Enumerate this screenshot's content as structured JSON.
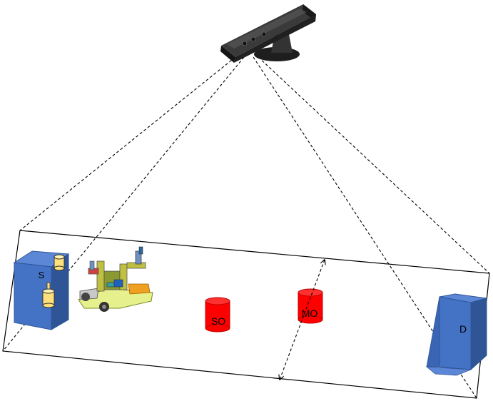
{
  "labels": {
    "source": "S",
    "destination": "D",
    "static_obstacle": "SO",
    "moving_obstacle": "MO"
  },
  "icons": {
    "sensor": "depth-camera-icon",
    "robot": "mobile-manipulator-robot-icon",
    "source_box": "box-icon",
    "destination_box": "box-icon",
    "object": "cylinder-icon",
    "obstacle": "cylinder-icon"
  },
  "colors": {
    "box": "#4472c4",
    "box_dark": "#2f5597",
    "object": "#ffe07a",
    "obstacle": "#ff0000",
    "obstacle_dark": "#c00000",
    "line": "#000000",
    "sensor": "#2b2b2b"
  }
}
